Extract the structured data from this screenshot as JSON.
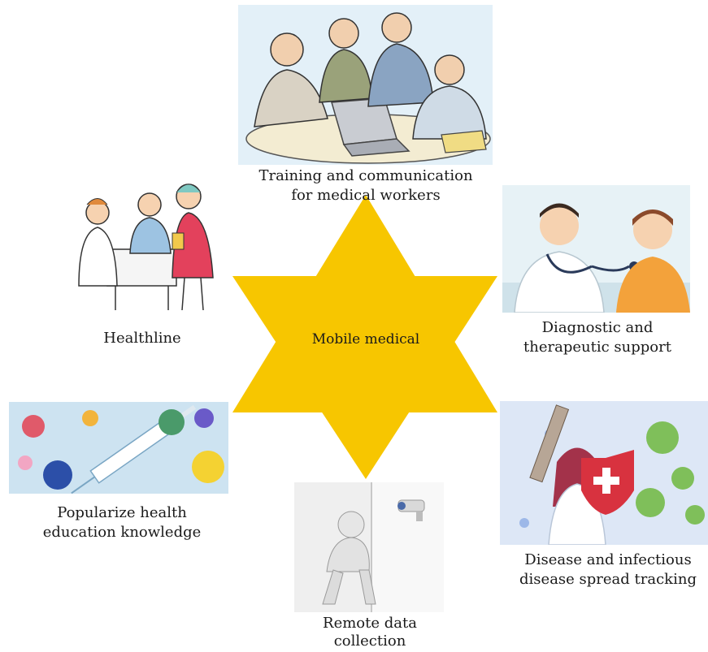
{
  "center": {
    "label": "Mobile medical",
    "star_color": "#F7C600"
  },
  "captions": {
    "training": {
      "line1": "Training and communication",
      "line2": "for medical workers"
    },
    "healthline": {
      "line1": "Healthline"
    },
    "diagnostic": {
      "line1": "Diagnostic and",
      "line2": "therapeutic support"
    },
    "education": {
      "line1": "Popularize health",
      "line2": "education knowledge"
    },
    "tracking": {
      "line1": "Disease and infectious",
      "line2": "disease spread tracking"
    },
    "remote": {
      "line1": "Remote data",
      "line2": "collection"
    }
  },
  "illustrations": {
    "training": "team-meeting-illustration",
    "healthline": "nurse-patient-illustration",
    "diagnostic": "doctor-stethoscope-illustration",
    "education": "virus-syringe-illustration",
    "tracking": "doctor-shield-virus-illustration",
    "remote": "figure-security-camera-illustration"
  }
}
